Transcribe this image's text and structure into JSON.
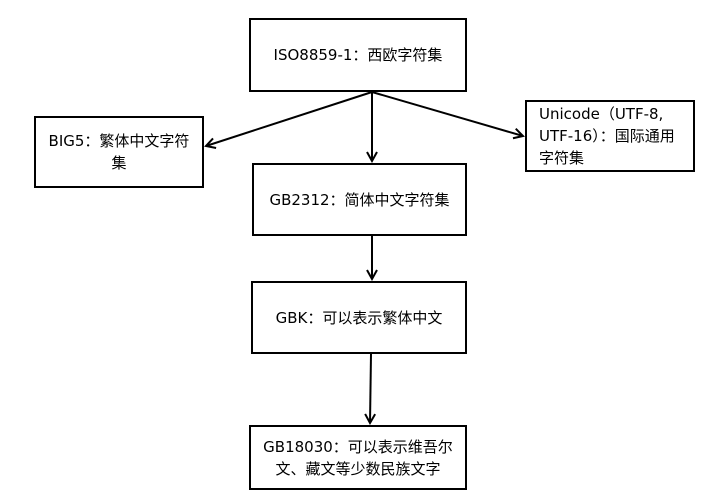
{
  "nodes": {
    "iso": "ISO8859-1：西欧字符集",
    "big5": "BIG5：繁体中文字符集",
    "unicode": "Unicode（UTF-8,\nUTF-16）：国际通用\n字符集",
    "gb2312": "GB2312：简体中文字符集",
    "gbk": "GBK：可以表示繁体中文",
    "gb18030": "GB18030：可以表示维吾尔\n文、藏文等少数民族文字"
  },
  "colors": {
    "stroke": "#000000",
    "fill": "#ffffff"
  }
}
